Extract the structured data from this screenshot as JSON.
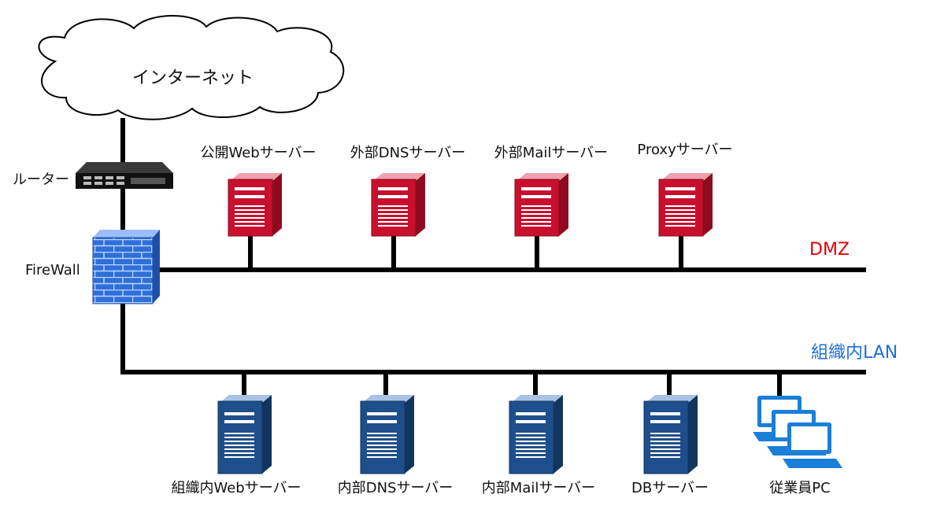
{
  "internet": {
    "label": "インターネット"
  },
  "router": {
    "label": "ルーター"
  },
  "firewall": {
    "label": "FireWall"
  },
  "dmz": {
    "label": "DMZ",
    "color": "#e00000",
    "servers": [
      {
        "label": "公開Webサーバー"
      },
      {
        "label": "外部DNSサーバー"
      },
      {
        "label": "外部Mailサーバー"
      },
      {
        "label": "Proxyサーバー"
      }
    ]
  },
  "lan": {
    "label": "組織内LAN",
    "color": "#1f6fd6",
    "servers": [
      {
        "label": "組織内Webサーバー"
      },
      {
        "label": "内部DNSサーバー"
      },
      {
        "label": "内部Mailサーバー"
      },
      {
        "label": "DBサーバー"
      }
    ],
    "pcs": {
      "label": "従業員PC",
      "icon": "computers-icon"
    }
  },
  "colors": {
    "dmz_server": "#c8102e",
    "lan_server": "#1f4e8c",
    "firewall": "#2f6fd8",
    "pc": "#1a7fd8"
  }
}
